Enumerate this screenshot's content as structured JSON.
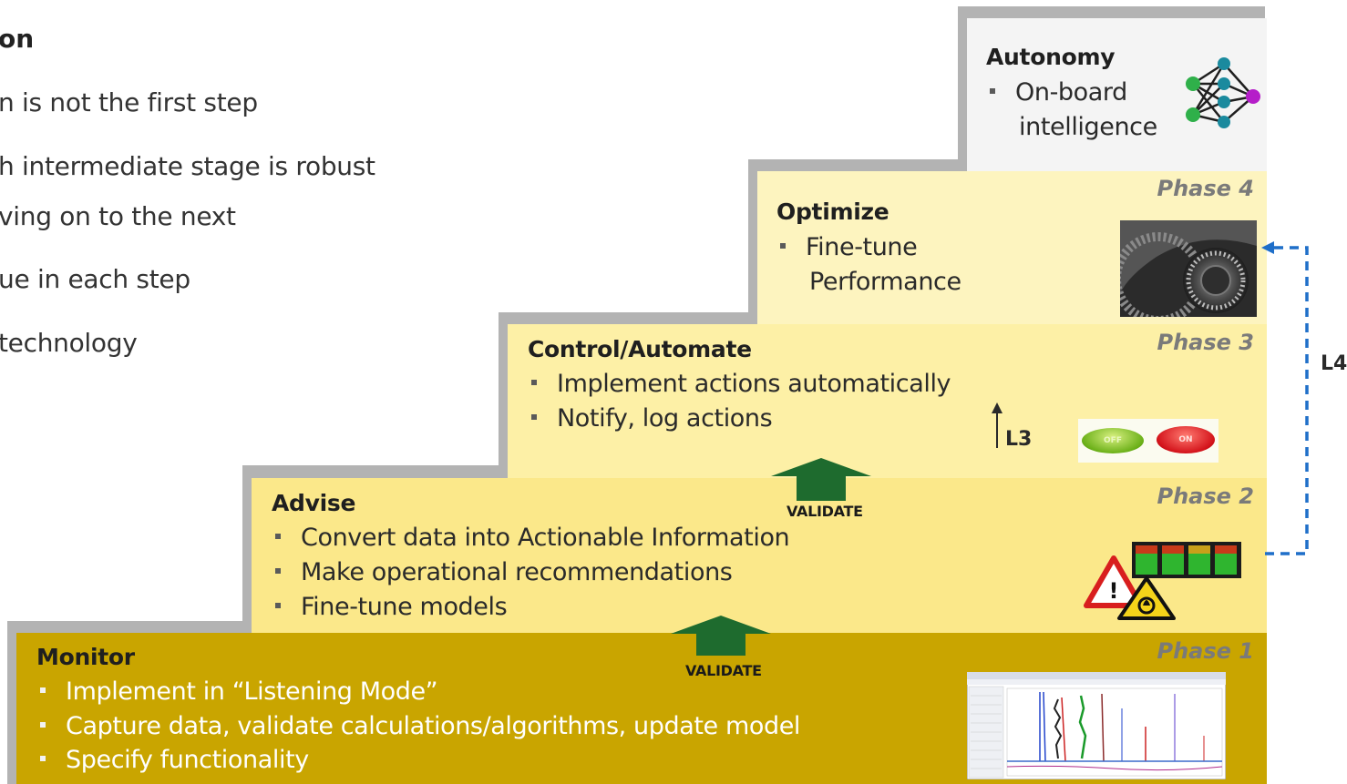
{
  "left_text": {
    "heading": "on",
    "bullets": [
      "n is not the first step",
      "h intermediate stage is robust",
      "ving on to the next",
      "ue in each step",
      "technology"
    ]
  },
  "steps": {
    "monitor": {
      "title": "Monitor",
      "phase": "Phase 1",
      "items": [
        "Implement in “Listening Mode”",
        "Capture data, validate calculations/algorithms, update model",
        "Specify functionality"
      ],
      "image": "trend-chart-screenshot-icon"
    },
    "advise": {
      "title": "Advise",
      "phase": "Phase 2",
      "items": [
        "Convert data into Actionable Information",
        "Make operational recommendations",
        "Fine-tune models"
      ],
      "image": "warning-signs-icon"
    },
    "control": {
      "title": "Control/Automate",
      "phase": "Phase 3",
      "items": [
        "Implement actions automatically",
        "Notify, log actions"
      ],
      "image": "off-on-buttons-icon",
      "off_label": "OFF",
      "on_label": "ON"
    },
    "optimize": {
      "title": "Optimize",
      "phase": "Phase 4",
      "items": [
        "Fine-tune",
        "Performance"
      ],
      "image": "tuning-dial-icon"
    },
    "autonomy": {
      "title": "Autonomy",
      "items": [
        "On-board",
        "intelligence"
      ],
      "image": "neural-network-icon"
    }
  },
  "arrows": {
    "validate_1": "VALIDATE",
    "validate_2": "VALIDATE",
    "l3": "L3",
    "l4": "L4"
  },
  "colors": {
    "monitor": "#c9a500",
    "advise": "#fbe88a",
    "control": "#fdf0a6",
    "optimize": "#fdf4bf",
    "autonomy": "#f4f4f4",
    "validate_arrow": "#1e6b2e",
    "l4_dashed": "#1f6fc9"
  }
}
